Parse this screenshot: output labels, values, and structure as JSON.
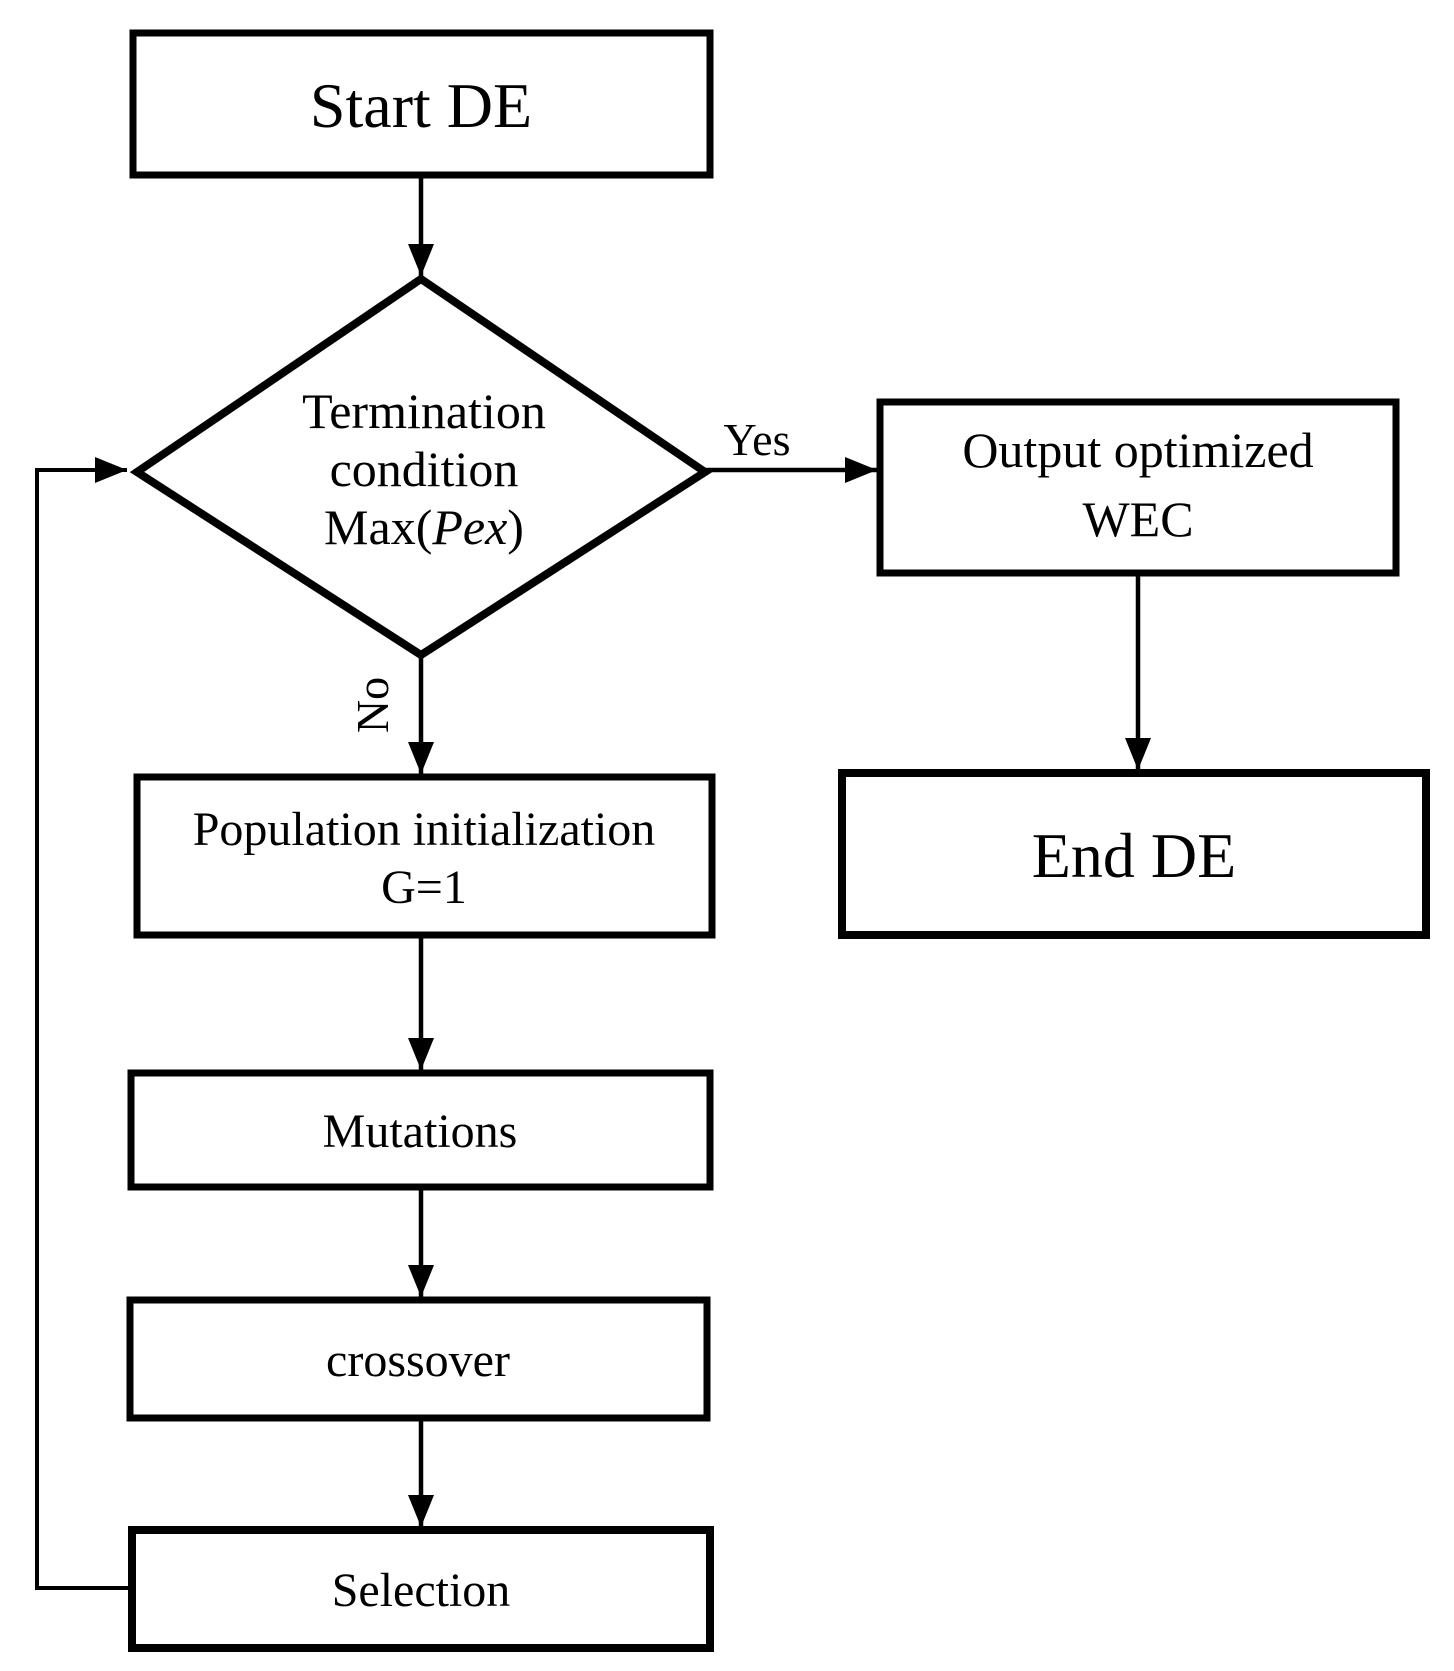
{
  "figure": {
    "background": "#ffffff",
    "line_color": "#000000",
    "nodes": {
      "start": {
        "label": "Start DE"
      },
      "termination": {
        "line1": "Termination",
        "line2": "condition",
        "line3_prefix": "Max(",
        "line3_italic": "Pex",
        "line3_suffix": ")"
      },
      "output": {
        "line1": "Output optimized",
        "line2": "WEC"
      },
      "end": {
        "label": "End DE"
      },
      "population": {
        "line1": "Population initialization",
        "line2": "G=1"
      },
      "mutations": {
        "label": "Mutations"
      },
      "crossover": {
        "label": "crossover"
      },
      "selection": {
        "label": "Selection"
      }
    },
    "edges": {
      "yes_label": "Yes",
      "no_label": "No"
    }
  }
}
